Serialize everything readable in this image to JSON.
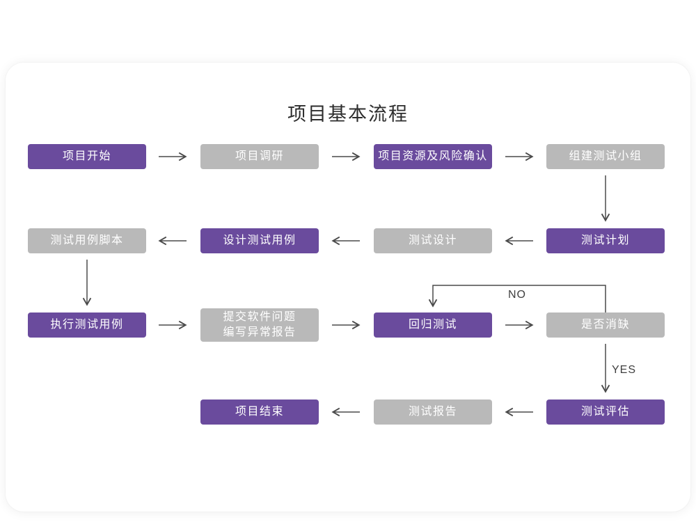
{
  "title": "项目基本流程",
  "decision_labels": {
    "no": "NO",
    "yes": "YES"
  },
  "colors": {
    "purple": "#6a4b9d",
    "gray": "#b9b9b9",
    "arrow": "#4a4a4a"
  },
  "nodes": {
    "start": {
      "label": "项目开始"
    },
    "research": {
      "label": "项目调研"
    },
    "risk": {
      "label": "项目资源及风险确认"
    },
    "team": {
      "label": "组建测试小组"
    },
    "case_script": {
      "label": "测试用例脚本"
    },
    "case_design": {
      "label": "设计测试用例"
    },
    "design": {
      "label": "测试设计"
    },
    "plan": {
      "label": "测试计划"
    },
    "execute": {
      "label": "执行测试用例"
    },
    "submit": {
      "label": "提交软件问题\n编写异常报告"
    },
    "regression": {
      "label": "回归测试"
    },
    "defect_check": {
      "label": "是否消缺"
    },
    "end": {
      "label": "项目结束"
    },
    "report": {
      "label": "测试报告"
    },
    "evaluation": {
      "label": "测试评估"
    }
  }
}
